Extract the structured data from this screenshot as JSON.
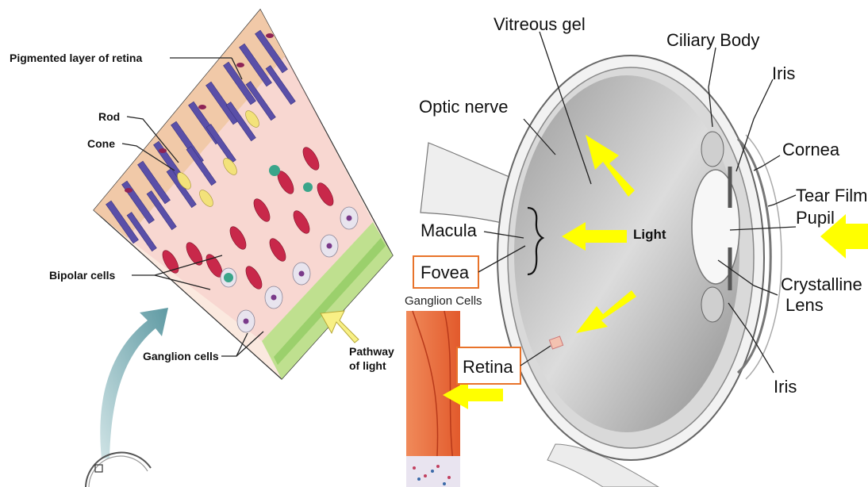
{
  "retina_panel": {
    "labels": {
      "pigmented_layer": "Pigmented layer of retina",
      "rod": "Rod",
      "cone": "Cone",
      "bipolar_cells": "Bipolar cells",
      "ganglion_cells": "Ganglion cells",
      "pathway_line1": "Pathway",
      "pathway_line2": "of light"
    }
  },
  "eye_panel": {
    "labels": {
      "vitreous_gel": "Vitreous gel",
      "ciliary_body": "Ciliary Body",
      "iris_top": "Iris",
      "optic_nerve": "Optic nerve",
      "cornea": "Cornea",
      "tear_film": "Tear Film",
      "pupil": "Pupil",
      "macula": "Macula",
      "light": "Light",
      "fovea": "Fovea",
      "ganglion_cells": "Ganglion Cells",
      "crystalline_line1": "Crystalline",
      "crystalline_line2": "Lens",
      "retina": "Retina",
      "iris_bottom": "Iris"
    }
  },
  "colors": {
    "arrow_yellow": "#ffff00",
    "box_orange": "#e8732a",
    "rod_purple": "#5a4fa8",
    "bipolar_red": "#c8284a",
    "tissue_pink": "#f6c9c4"
  }
}
